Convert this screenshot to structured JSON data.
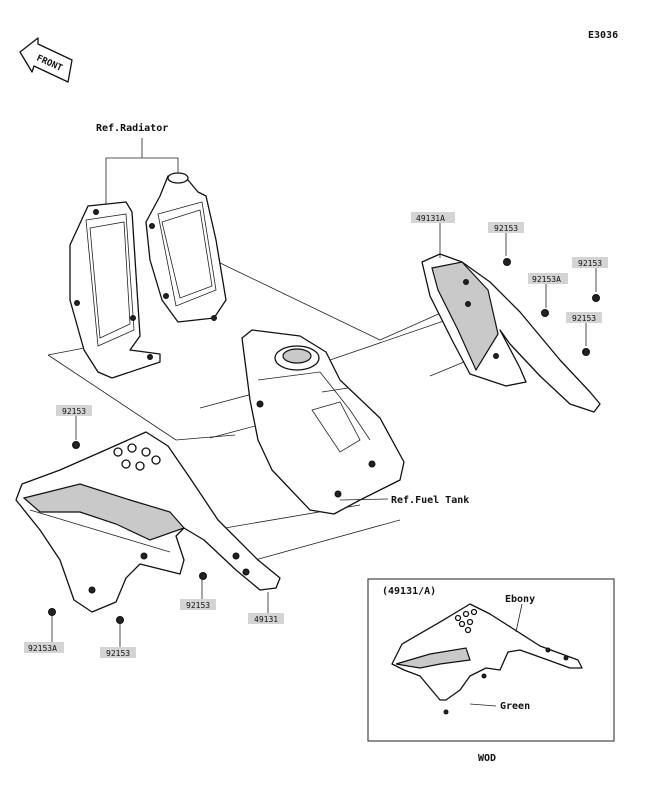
{
  "diagram_code": "E3036",
  "front_label": "FRONT",
  "references": {
    "radiator": "Ref.Radiator",
    "fuel_tank": "Ref.Fuel Tank"
  },
  "part_labels": {
    "right_shroud": "49131A",
    "right_bolt_top": "92153",
    "right_bolt_far": "92153",
    "right_bolt_a": "92153A",
    "right_bolt_low": "92153",
    "left_bolt_top": "92153",
    "left_bolt_a": "92153A",
    "left_bolt_mid": "92153",
    "left_bolt_front": "92153",
    "left_shroud": "49131"
  },
  "inset": {
    "title": "(49131/A)",
    "color_top": "Ebony",
    "color_bottom": "Green",
    "footer": "WOD"
  }
}
